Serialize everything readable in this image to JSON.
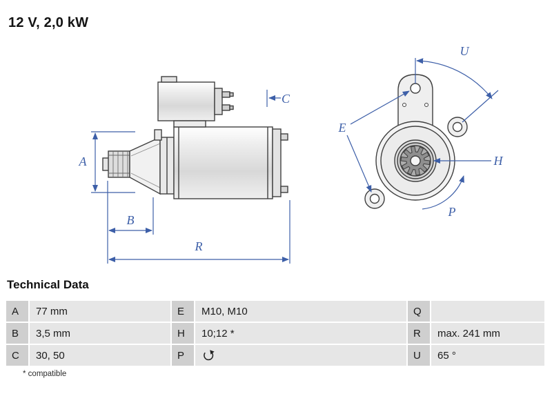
{
  "header": {
    "power_rating": "12 V, 2,0 kW"
  },
  "diagram": {
    "labels": {
      "A": "A",
      "B": "B",
      "C": "C",
      "R": "R",
      "U": "U",
      "E": "E",
      "H": "H",
      "P": "P"
    },
    "accent_color": "#3d5fa8",
    "line_color": "#3f3f3f"
  },
  "table": {
    "title": "Technical Data",
    "rows": [
      [
        {
          "key": "A",
          "value": "77 mm"
        },
        {
          "key": "E",
          "value": "M10, M10"
        },
        {
          "key": "Q",
          "value": ""
        }
      ],
      [
        {
          "key": "B",
          "value": "3,5 mm"
        },
        {
          "key": "H",
          "value": "10;12 *"
        },
        {
          "key": "R",
          "value": "max. 241 mm"
        }
      ],
      [
        {
          "key": "C",
          "value": "30, 50"
        },
        {
          "key": "P",
          "value": "",
          "icon": "rotation-direction-icon"
        },
        {
          "key": "U",
          "value": "65 °"
        }
      ]
    ],
    "footnote": "* compatible"
  }
}
